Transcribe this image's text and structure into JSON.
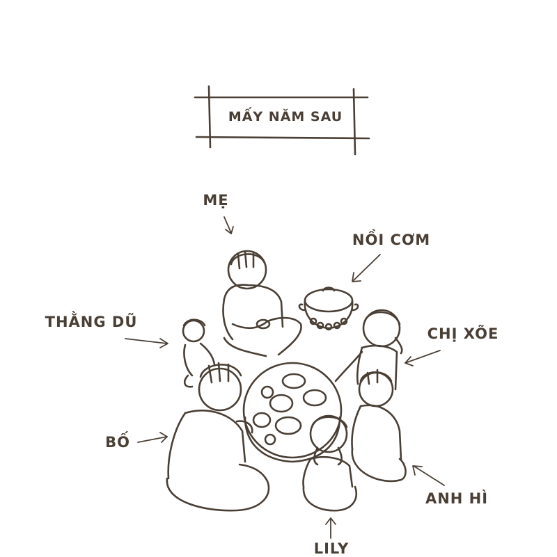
{
  "title": "MẤY NĂM SAU",
  "labels": {
    "me": "MẸ",
    "noi_com": "NỒI CƠM",
    "thang_du": "THẰNG DŨ",
    "chi_xoe": "CHỊ XÕE",
    "bo": "BỐ",
    "anh_hi": "ANH HÌ",
    "lily": "LILY"
  },
  "colors": {
    "ink": "#4a3f35",
    "background": "#ffffff"
  }
}
